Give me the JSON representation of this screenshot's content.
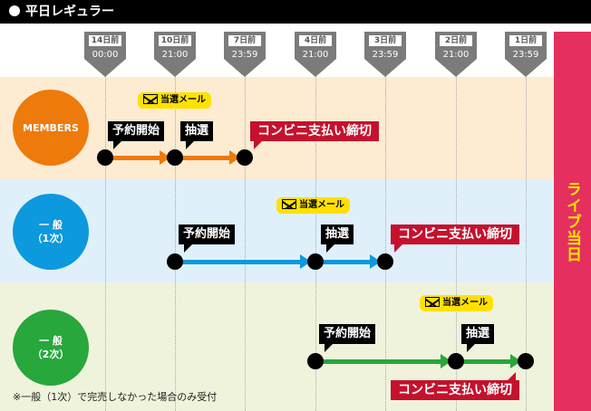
{
  "header": {
    "title": "平日レギュラー"
  },
  "live_day_label": "ライブ当日",
  "timeline_markers": [
    {
      "days": "14日前",
      "time": "00:00"
    },
    {
      "days": "10日前",
      "time": "21:00"
    },
    {
      "days": "7日前",
      "time": "23:59"
    },
    {
      "days": "4日前",
      "time": "21:00"
    },
    {
      "days": "3日前",
      "time": "23:59"
    },
    {
      "days": "2日前",
      "time": "21:00"
    },
    {
      "days": "1日前",
      "time": "23:59"
    }
  ],
  "colors": {
    "members": "#ee7a0c",
    "ippan1": "#0c99dd",
    "ippan2": "#27a73c",
    "deadline": "#c5112d",
    "live_day": "#e5305f",
    "mail": "#ffe100"
  },
  "rows": [
    {
      "name_line1": "MEMBERS",
      "name_line2": "",
      "steps": {
        "start": "予約開始",
        "lottery": "抽選",
        "deadline": "コンビニ支払い締切",
        "mail": "当選メール"
      },
      "timeline": {
        "start": "14日前 00:00",
        "lottery": "10日前 21:00",
        "deadline": "7日前 23:59"
      }
    },
    {
      "name_line1": "一 般",
      "name_line2": "（1次）",
      "steps": {
        "start": "予約開始",
        "lottery": "抽選",
        "deadline": "コンビニ支払い締切",
        "mail": "当選メール"
      },
      "timeline": {
        "start": "10日前 21:00",
        "lottery": "4日前 21:00",
        "deadline": "3日前 23:59"
      }
    },
    {
      "name_line1": "一 般",
      "name_line2": "（2次）",
      "steps": {
        "start": "予約開始",
        "lottery": "抽選",
        "deadline": "コンビニ支払い締切",
        "mail": "当選メール"
      },
      "timeline": {
        "start": "4日前 21:00",
        "lottery": "2日前 21:00",
        "deadline": "1日前 23:59"
      }
    }
  ],
  "note": "※一般（1次）で完売しなかった場合のみ受付"
}
